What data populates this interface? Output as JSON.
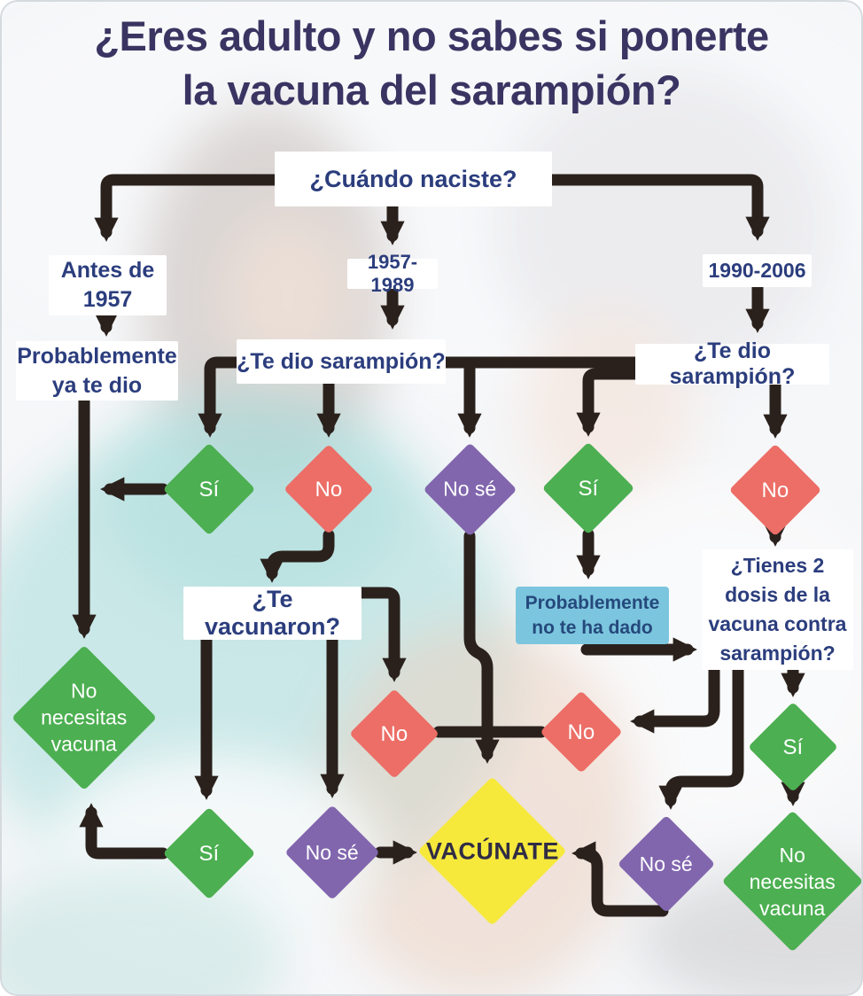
{
  "title": {
    "line1": "¿Eres adulto y no sabes si ponerte",
    "line2": "la vacuna del sarampión?"
  },
  "questions": {
    "birth": "¿Cuándo naciste?",
    "measles_mid": "¿Te dio sarampión?",
    "measles_right": "¿Te dio sarampión?",
    "vaccinated": "¿Te vacunaron?",
    "two_doses_l1": "¿Tienes 2",
    "two_doses_l2": "dosis de la",
    "two_doses_l3": "vacuna contra",
    "two_doses_l4": "sarampión?"
  },
  "branches": {
    "before_l1": "Antes de",
    "before_l2": "1957",
    "years_1957_1989": "1957-1989",
    "years_1990_2006": "1990-2006"
  },
  "notes": {
    "probably_had_l1": "Probablemente",
    "probably_had_l2": "ya te dio",
    "probably_not_l1": "Probablemente",
    "probably_not_l2": "no te ha dado"
  },
  "answers": {
    "yes": "Sí",
    "no": "No",
    "dont_know": "No sé"
  },
  "results": {
    "vaccinate": "VACÚNATE",
    "no_need_l1": "No",
    "no_need_l2": "necesitas",
    "no_need_l3": "vacuna"
  },
  "colors": {
    "green": "#4caf51",
    "red": "#ec6e66",
    "purple": "#8166ae",
    "yellow": "#f6e93b",
    "light_blue": "#7cc5de",
    "line": "#2a211d",
    "question_text": "#2b3d7d",
    "title_text": "#3a3462"
  }
}
